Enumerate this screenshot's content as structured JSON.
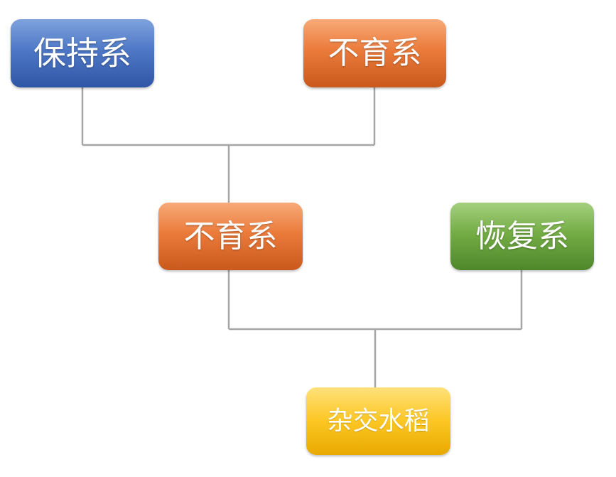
{
  "diagram": {
    "nodes": {
      "maintainer_line": {
        "label": "保持系",
        "color": "#4e78c6"
      },
      "sterile_line_top": {
        "label": "不育系",
        "color": "#eb7b3b"
      },
      "sterile_line_mid": {
        "label": "不育系",
        "color": "#eb7b3b"
      },
      "restorer_line": {
        "label": "恢复系",
        "color": "#74ad45"
      },
      "hybrid_rice": {
        "label": "杂交水稻",
        "color": "#fcc623"
      }
    },
    "connector_color": "#a6a6a6"
  }
}
